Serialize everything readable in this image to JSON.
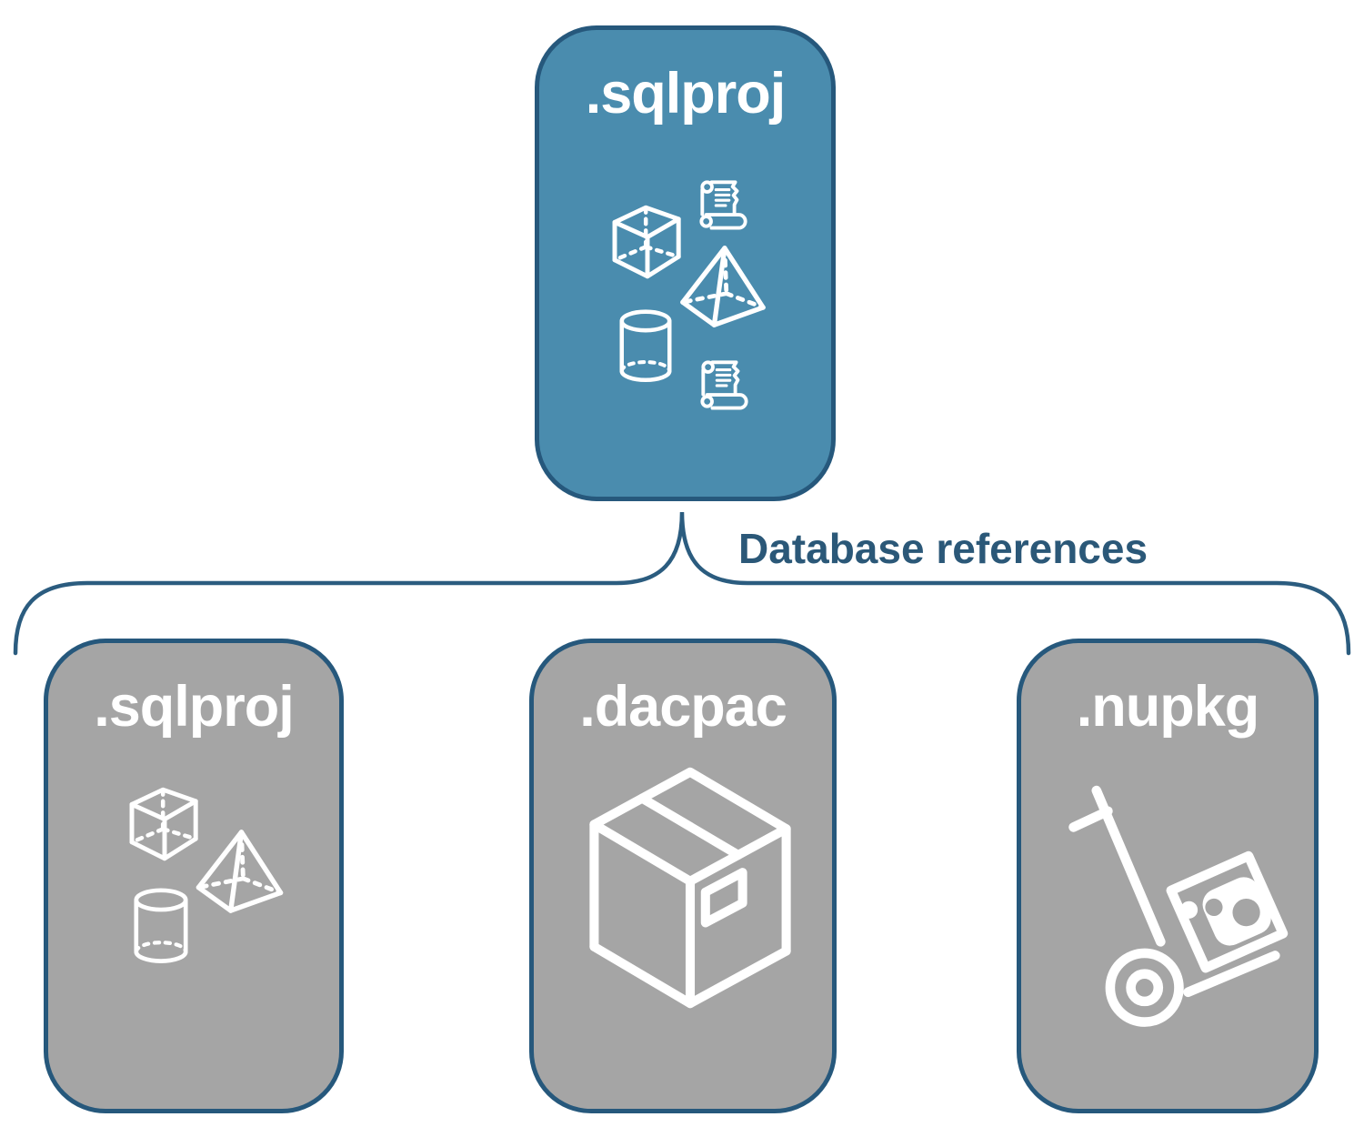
{
  "colors": {
    "accent_teal": "#4A8CAE",
    "node_border": "#26587C",
    "gray_fill": "#A5A5A5",
    "connector": "#2B5C7F",
    "connector_label": "#2B5878",
    "icon_white": "#FFFFFF"
  },
  "connector": {
    "label": "Database references"
  },
  "nodes": {
    "main": {
      "label": ".sqlproj",
      "icons": [
        "scroll-icon",
        "cube-icon",
        "pyramid-icon",
        "cylinder-icon",
        "scroll-icon"
      ]
    },
    "ref_sqlproj": {
      "label": ".sqlproj",
      "icons": [
        "cube-icon",
        "pyramid-icon",
        "cylinder-icon"
      ]
    },
    "ref_dacpac": {
      "label": ".dacpac",
      "icons": [
        "package-icon"
      ]
    },
    "ref_nupkg": {
      "label": ".nupkg",
      "icons": [
        "hand-truck-icon"
      ]
    }
  }
}
